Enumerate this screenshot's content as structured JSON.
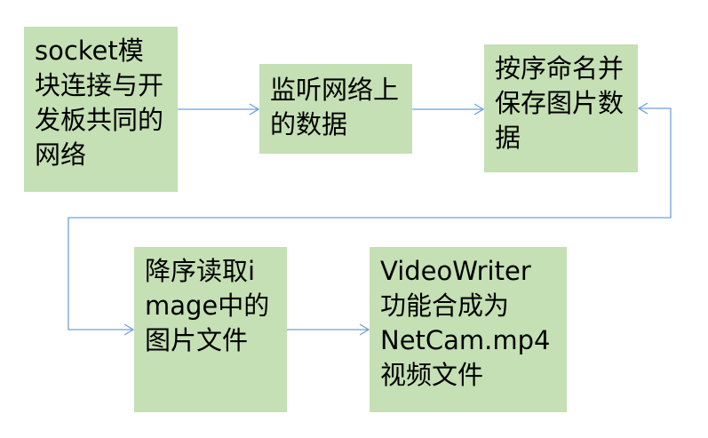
{
  "colors": {
    "box_fill": "#c5e0b4",
    "arrow": "#6fa0d8"
  },
  "nodes": [
    {
      "id": "n1",
      "text": "socket模块连接与开发板共同的网络"
    },
    {
      "id": "n2",
      "text": "监听网络上的数据"
    },
    {
      "id": "n3",
      "text": "按序命名并保存图片数据"
    },
    {
      "id": "n4",
      "text": "降序读取image中的图片文件"
    },
    {
      "id": "n5",
      "text": "VideoWriter功能合成为NetCam.mp4视频文件"
    }
  ],
  "edges": [
    {
      "from": "n1",
      "to": "n2"
    },
    {
      "from": "n2",
      "to": "n3"
    },
    {
      "from": "n3",
      "to": "n4"
    },
    {
      "from": "n4",
      "to": "n5"
    }
  ]
}
